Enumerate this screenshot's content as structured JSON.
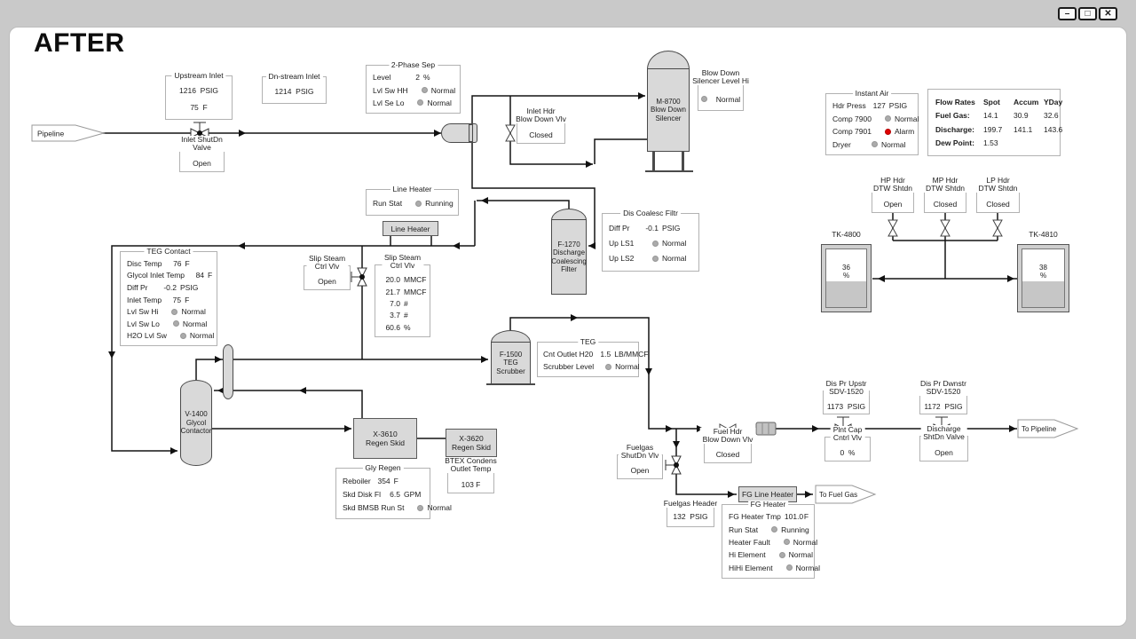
{
  "window": {
    "controls": {
      "minimize": "–",
      "maximize": "□",
      "close": "✕"
    }
  },
  "title": "AFTER",
  "banners": {
    "pipeline": "Pipeline",
    "to_pipeline": "To Pipeline",
    "to_fuel_gas": "To Fuel Gas"
  },
  "colors": {
    "led_normal": "#ababab",
    "led_alarm": "#e00000",
    "pipe": "#141414",
    "vessel_fill": "#d9d9d9"
  },
  "vessels": {
    "silencer": "M-8700\nBlow Down\nSilencer",
    "filter": "F-1270\nDischarge\nCoalescing\nFilter",
    "scrubber": "F-1500\nTEG\nScrubber",
    "contactor": "V-1400\nGlycol\nContactor",
    "skid1": "X-3610\nRegen Skid",
    "skid2": "X-3620\nRegen Skid",
    "line_heater": "Line Heater",
    "fg_line_heater": "FG Line Heater"
  },
  "panels": {
    "two_phase_sep": {
      "title": "2-Phase Sep",
      "rows": [
        {
          "label": "Level",
          "value": "2",
          "unit": "%"
        },
        {
          "label": "Lvl Sw HH",
          "led": "normal",
          "status": "Normal"
        },
        {
          "label": "Lvl Se Lo",
          "led": "normal",
          "status": "Normal"
        }
      ]
    },
    "bd_silencer_hi": {
      "title": "Blow Down\nSilencer Level Hi",
      "rows": [
        {
          "label": "",
          "led": "normal",
          "status": "Normal"
        }
      ]
    },
    "instant_air": {
      "title": "Instant Air",
      "rows": [
        {
          "label": "Hdr Press",
          "value": "127",
          "unit": "PSIG"
        },
        {
          "label": "Comp 7900",
          "led": "normal",
          "status": "Normal"
        },
        {
          "label": "Comp 7901",
          "led": "alarm",
          "status": "Alarm"
        },
        {
          "label": "Dryer",
          "led": "normal",
          "status": "Normal"
        }
      ]
    },
    "line_heater": {
      "title": "Line Heater",
      "rows": [
        {
          "label": "Run Stat",
          "led": "normal",
          "status": "Running"
        }
      ]
    },
    "dis_coalesc": {
      "title": "Dis Coalesc Filtr",
      "rows": [
        {
          "label": "Diff Pr",
          "value": "-0.1",
          "unit": "PSIG"
        },
        {
          "label": "Up LS1",
          "led": "normal",
          "status": "Normal"
        },
        {
          "label": "Up LS2",
          "led": "normal",
          "status": "Normal"
        }
      ]
    },
    "teg_contact": {
      "title": "TEG Contact",
      "rows": [
        {
          "label": "Disc Temp",
          "value": "76",
          "unit": "F"
        },
        {
          "label": "Glycol Inlet Temp",
          "value": "84",
          "unit": "F"
        },
        {
          "label": "Diff Pr",
          "value": "-0.2",
          "unit": "PSIG"
        },
        {
          "label": "Inlet Temp",
          "value": "75",
          "unit": "F"
        },
        {
          "label": "Lvl Sw Hi",
          "led": "normal",
          "status": "Normal"
        },
        {
          "label": "Lvl Sw Lo",
          "led": "normal",
          "status": "Normal"
        },
        {
          "label": "H2O Lvl Sw",
          "led": "normal",
          "status": "Normal"
        }
      ]
    },
    "slip_steam": {
      "title": "Slip Steam\nCtrl Vlv",
      "rows": [
        {
          "label": "",
          "value": "20.0",
          "unit": "MMCF"
        },
        {
          "label": "",
          "value": "21.7",
          "unit": "MMCF"
        },
        {
          "label": "",
          "value": "7.0",
          "unit": "#"
        },
        {
          "label": "",
          "value": "3.7",
          "unit": "#"
        },
        {
          "label": "",
          "value": "60.6",
          "unit": "%"
        }
      ]
    },
    "teg": {
      "title": "TEG",
      "rows": [
        {
          "label": "Cnt Outlet H20",
          "value": "1.5",
          "unit": "LB/MMCF"
        },
        {
          "label": "Scrubber Level",
          "led": "normal",
          "status": "Normal"
        }
      ]
    },
    "gly_regen": {
      "title": "Gly Regen",
      "rows": [
        {
          "label": "Reboiler",
          "value": "354",
          "unit": "F"
        },
        {
          "label": "Skd Disk Fl",
          "value": "6.5",
          "unit": "GPM"
        },
        {
          "label": "Skd BMSB Run St",
          "led": "normal",
          "status": "Normal"
        }
      ]
    },
    "fg_heater": {
      "title": "FG Heater",
      "rows": [
        {
          "label": "FG Heater Tmp",
          "value": "101.0",
          "unit": "F"
        },
        {
          "label": "Run Stat",
          "led": "normal",
          "status": "Running"
        },
        {
          "label": "Heater Fault",
          "led": "normal",
          "status": "Normal"
        },
        {
          "label": "Hi Element",
          "led": "normal",
          "status": "Normal"
        },
        {
          "label": "HiHi Element",
          "led": "normal",
          "status": "Normal"
        }
      ]
    }
  },
  "vboxes": {
    "upstream": {
      "title": "Upstream Inlet",
      "lines": [
        "1216  PSIG",
        "75  F"
      ]
    },
    "dnstream": {
      "title": "Dn-stream Inlet",
      "lines": [
        "1214  PSIG"
      ]
    },
    "inlet_shutdn": {
      "title": "Inlet ShutDn\nValve",
      "lines": [
        "Open"
      ]
    },
    "inlet_hdr_bdv": {
      "title": "Inlet Hdr\nBlow Down Vlv",
      "lines": [
        "Closed"
      ]
    },
    "slip_open": {
      "title": "Slip Steam\nCtrl Vlv",
      "lines": [
        "Open"
      ]
    },
    "btex": {
      "title": "BTEX Condens\nOutlet Temp",
      "lines": [
        "103 F"
      ]
    },
    "fuelgas_shutdn": {
      "title": "Fuelgas\nShutDn Vlv",
      "lines": [
        "Open"
      ]
    },
    "fuel_hdr_bdv": {
      "title": "Fuel Hdr\nBlow Down Vlv",
      "lines": [
        "Closed"
      ]
    },
    "fuelgas_header": {
      "title": "Fuelgas Header",
      "lines": [
        "132  PSIG"
      ]
    },
    "dis_pr_upstr": {
      "title": "Dis Pr Upstr\nSDV-1520",
      "lines": [
        "1173  PSIG"
      ]
    },
    "dis_pr_dwnstr": {
      "title": "Dis Pr Dwnstr\nSDV-1520",
      "lines": [
        "1172  PSIG"
      ]
    },
    "plnt_cap": {
      "title": "Plnt Cap\nCntrl Vlv",
      "lines": [
        "0  %"
      ]
    },
    "discharge_shtdn": {
      "title": "Discharge\nShtDn Valve",
      "lines": [
        "Open"
      ]
    },
    "hp_hdr": {
      "title": "HP Hdr\nDTW Shtdn",
      "lines": [
        "Open"
      ]
    },
    "mp_hdr": {
      "title": "MP Hdr\nDTW Shtdn",
      "lines": [
        "Closed"
      ]
    },
    "lp_hdr": {
      "title": "LP Hdr\nDTW Shtdn",
      "lines": [
        "Closed"
      ]
    }
  },
  "flow_rates": {
    "headers": [
      "Flow Rates",
      "Spot",
      "Accum",
      "YDay"
    ],
    "rows": [
      {
        "label": "Fuel Gas:",
        "spot": "14.1",
        "accum": "30.9",
        "yday": "32.6"
      },
      {
        "label": "Discharge:",
        "spot": "199.7",
        "accum": "141.1",
        "yday": "143.6"
      },
      {
        "label": "Dew Point:",
        "spot": "1.53",
        "accum": "",
        "yday": ""
      }
    ]
  },
  "tanks": {
    "tk4800": {
      "label": "TK-4800",
      "level": "36",
      "unit": "%",
      "fill_style": "height:45%"
    },
    "tk4810": {
      "label": "TK-4810",
      "level": "38",
      "unit": "%",
      "fill_style": "height:45%"
    }
  }
}
